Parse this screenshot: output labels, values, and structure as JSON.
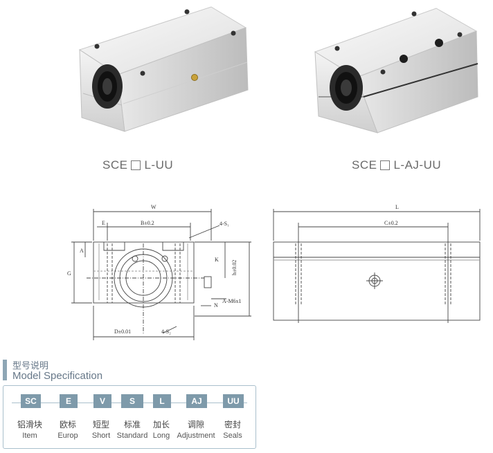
{
  "products": {
    "left_caption": {
      "prefix": "SCE",
      "suffix": "L-UU"
    },
    "right_caption": {
      "prefix": "SCE",
      "suffix": "L-AJ-UU"
    }
  },
  "drawing_front": {
    "W": "W",
    "E": "E",
    "B": "B±0.2",
    "S1": "4-S₁",
    "A": "A",
    "G": "G",
    "h": "h±0.02",
    "K": "K",
    "M": "A-M6x1",
    "N": "N",
    "D": "D±0.01",
    "S2": "4-S₂"
  },
  "drawing_side": {
    "L": "L",
    "C": "C±0.2"
  },
  "spec": {
    "title_cn": "型号说明",
    "title_en": "Model Specification",
    "codes": [
      {
        "code": "SC",
        "cn": "铝滑块",
        "en": "Item"
      },
      {
        "code": "E",
        "cn": "欧标",
        "en": "Europ"
      },
      {
        "code": "V",
        "cn": "短型",
        "en": "Short"
      },
      {
        "code": "S",
        "cn": "标准",
        "en": "Standard"
      },
      {
        "code": "L",
        "cn": "加长",
        "en": "Long"
      },
      {
        "code": "AJ",
        "cn": "调隙",
        "en": "Adjustment"
      },
      {
        "code": "UU",
        "cn": "密封",
        "en": "Seals"
      }
    ]
  },
  "colors": {
    "accent": "#7e9aaa",
    "panel_border": "#a9bfcc",
    "title_bar": "#8ea6b5"
  }
}
